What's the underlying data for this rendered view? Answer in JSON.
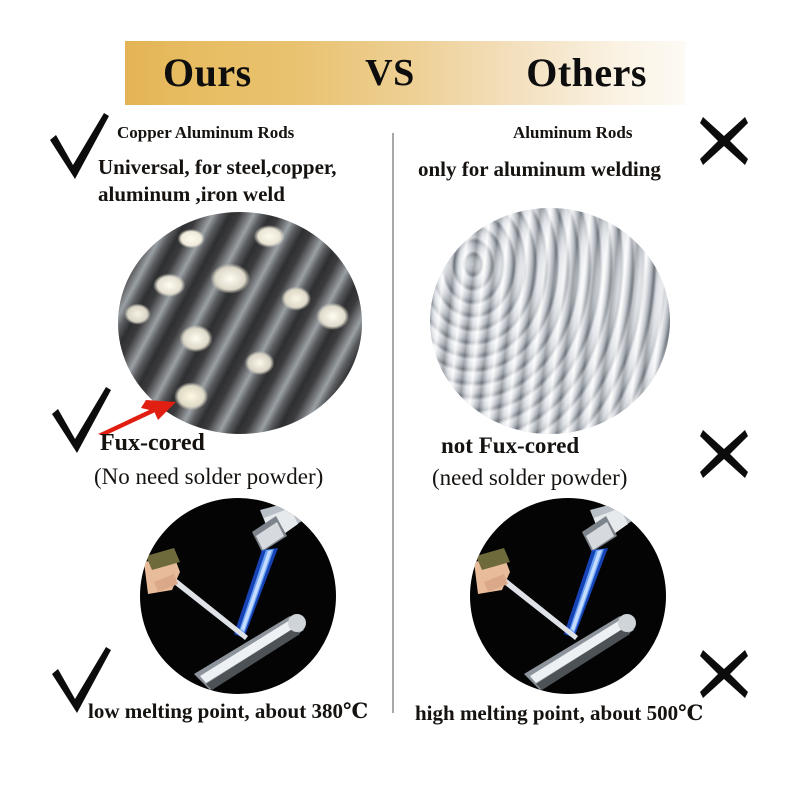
{
  "banner": {
    "ours": "Ours",
    "vs": "VS",
    "others": "Others",
    "gradient_start": "#e3b455",
    "gradient_end": "#fdfaf4"
  },
  "columns": {
    "left": {
      "mark": "check",
      "title": "Copper Aluminum Rods",
      "feature_text": "Universal, for steel,copper,\naluminum ,iron weld",
      "photo_top": "copper-aluminum-flux-cored-rods-photo",
      "arrow_color": "#e01f12",
      "flux_label": "Fux-cored",
      "flux_sub": "(No need solder powder)",
      "photo_bottom": "torch-welding-rod-photo",
      "melting_text": "low melting point, about 380℃"
    },
    "right": {
      "mark": "x",
      "title": "Aluminum Rods",
      "feature_text": "only for aluminum welding",
      "photo_top": "plain-aluminum-rods-photo",
      "flux_label": "not Fux-cored",
      "flux_sub": "(need solder powder)",
      "photo_bottom": "torch-welding-rod-photo",
      "melting_text": "high melting point, about 500℃"
    }
  },
  "marks": {
    "check_glyph": "check-mark",
    "x_glyph": "cross-mark",
    "color": "#0c0c0c"
  }
}
